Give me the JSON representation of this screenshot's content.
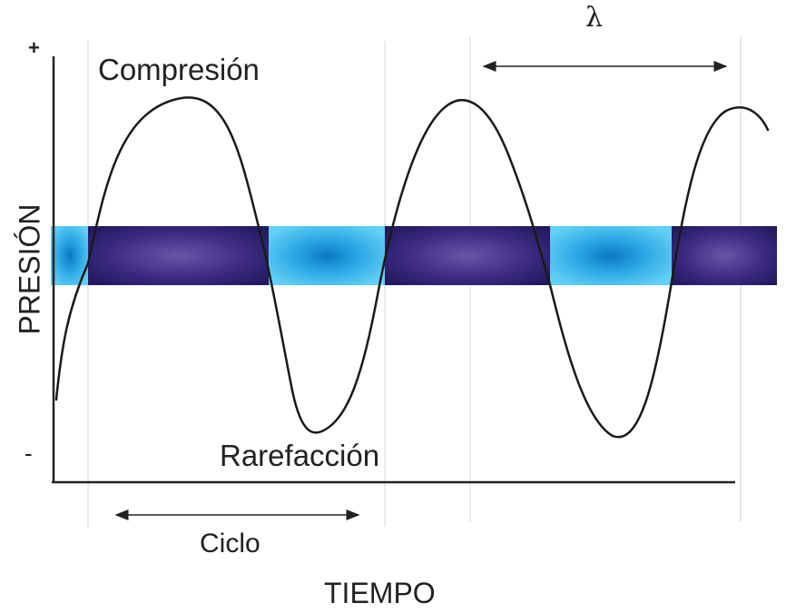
{
  "labels": {
    "compression": "Compresión",
    "rarefaction": "Rarefacción",
    "cycle": "Ciclo",
    "time_axis": "TIEMPO",
    "pressure_axis": "PRESIÓN",
    "wavelength": "λ",
    "positive": "+",
    "negative": "-"
  },
  "colors": {
    "compression_band": "#2e1f6e",
    "compression_band_center": "#6a55a8",
    "rarefaction_band": "#56c8f0",
    "rarefaction_band_center": "#0c7fc8",
    "wave_line": "#1a1a1a",
    "grid_line": "#cfcfcf"
  }
}
